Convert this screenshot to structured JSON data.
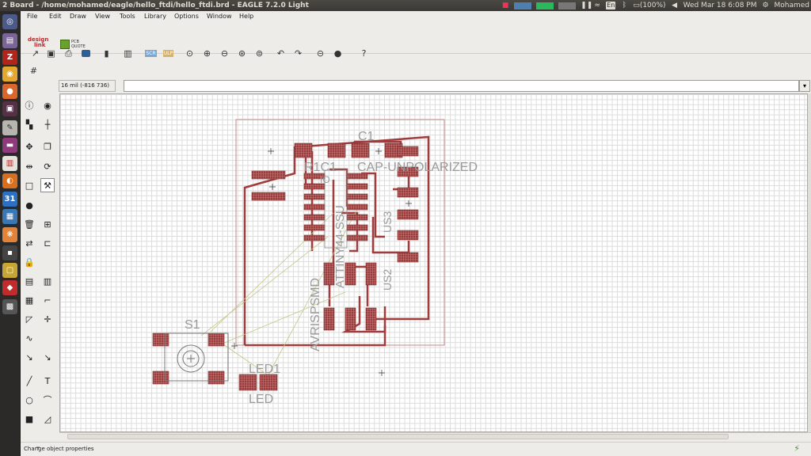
{
  "window_title": "2 Board - /home/mohamed/eagle/hello_ftdi/hello_ftdi.brd - EAGLE 7.2.0 Light",
  "tray": {
    "keyboard": "En",
    "battery": "(100%)",
    "clock": "Wed Mar 18  6:08 PM",
    "user": "Mohamed"
  },
  "launcher": {
    "icons": [
      "ubuntu-dash",
      "files",
      "filezilla",
      "chromium",
      "firefox",
      "terminal",
      "text-editor",
      "presentation",
      "popcorn",
      "app-orange",
      "calendar",
      "system-monitor",
      "app-settings",
      "app-dark",
      "app-yellow",
      "app-red",
      "workspace"
    ],
    "calendar_day": "31"
  },
  "menu": [
    "File",
    "Edit",
    "Draw",
    "View",
    "Tools",
    "Library",
    "Options",
    "Window",
    "Help"
  ],
  "logos": {
    "designlink_top": "design",
    "designlink_bottom": "link",
    "pcb_label_top": "PCB",
    "pcb_label_bottom": "QUOTE"
  },
  "toolbar": {
    "buttons": [
      "open",
      "save",
      "print",
      "cam",
      "board-switch",
      "script",
      "layers",
      "scr",
      "ulp",
      "zoom-fit",
      "zoom-in",
      "zoom-out",
      "redraw",
      "zoom-select",
      "undo",
      "redo",
      "stop",
      "go",
      "help"
    ],
    "scr_label": "SCR",
    "ulp_label": "ULP"
  },
  "coords_field": "16 mil (-816 736)",
  "tools": [
    "info",
    "show",
    "display",
    "mark",
    "move",
    "copy",
    "mirror",
    "rotate",
    "group",
    "change",
    "paste",
    "delete",
    "add",
    "replace",
    "split",
    "optimize",
    "lock",
    "smash",
    "name",
    "value",
    "miter",
    "route",
    "ripup",
    "meander",
    "via",
    "signal",
    "wire",
    "text",
    "circle",
    "arc",
    "rect",
    "polygon"
  ],
  "board": {
    "labels": {
      "s1": "S1",
      "led1": "LED1",
      "led": "LED",
      "c1": "C1",
      "r1c1": "R1C1",
      "cap": "CAP-UNPOLARIZED",
      "avrisp": "AVRISPSMD",
      "attiny": "ATTINY44-SSU",
      "us3": "US3",
      "us2": "US2",
      "io": "IO"
    }
  },
  "status": "Change object properties"
}
